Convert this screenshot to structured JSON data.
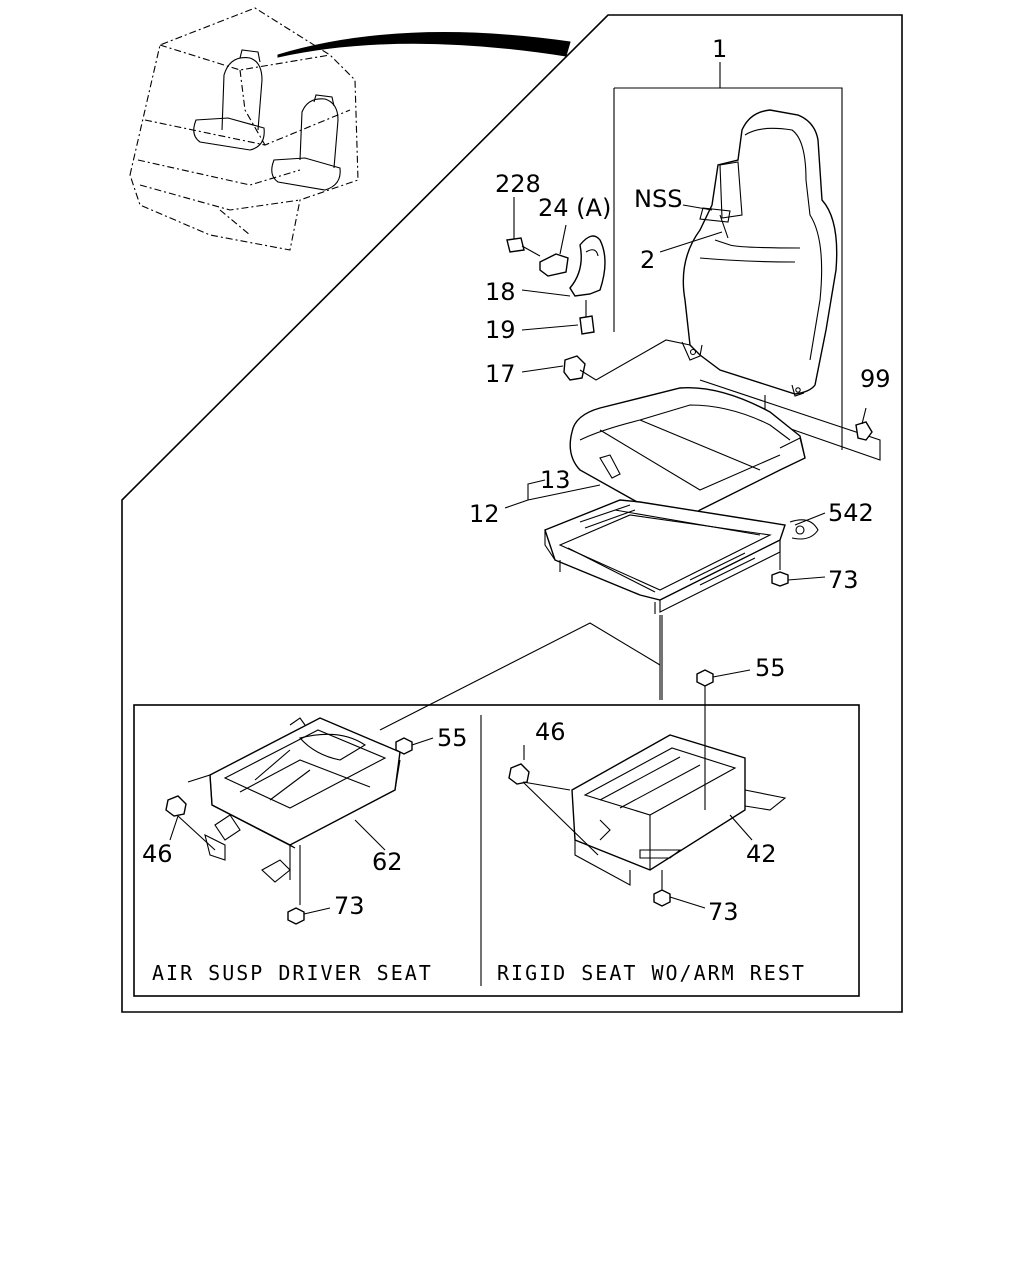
{
  "labels": {
    "p1": "1",
    "nss": "NSS",
    "p2": "2",
    "p228": "228",
    "p24a": "24 (A)",
    "p18": "18",
    "p19": "19",
    "p17": "17",
    "p99": "99",
    "p13": "13",
    "p12": "12",
    "p542": "542",
    "p73_top": "73",
    "p55_right": "55",
    "p55_left": "55",
    "p46_left": "46",
    "p62": "62",
    "p73_left": "73",
    "p46_right": "46",
    "p42": "42",
    "p73_right": "73"
  },
  "captions": {
    "left": "AIR SUSP DRIVER SEAT",
    "right": "RIGID SEAT WO/ARM REST"
  }
}
